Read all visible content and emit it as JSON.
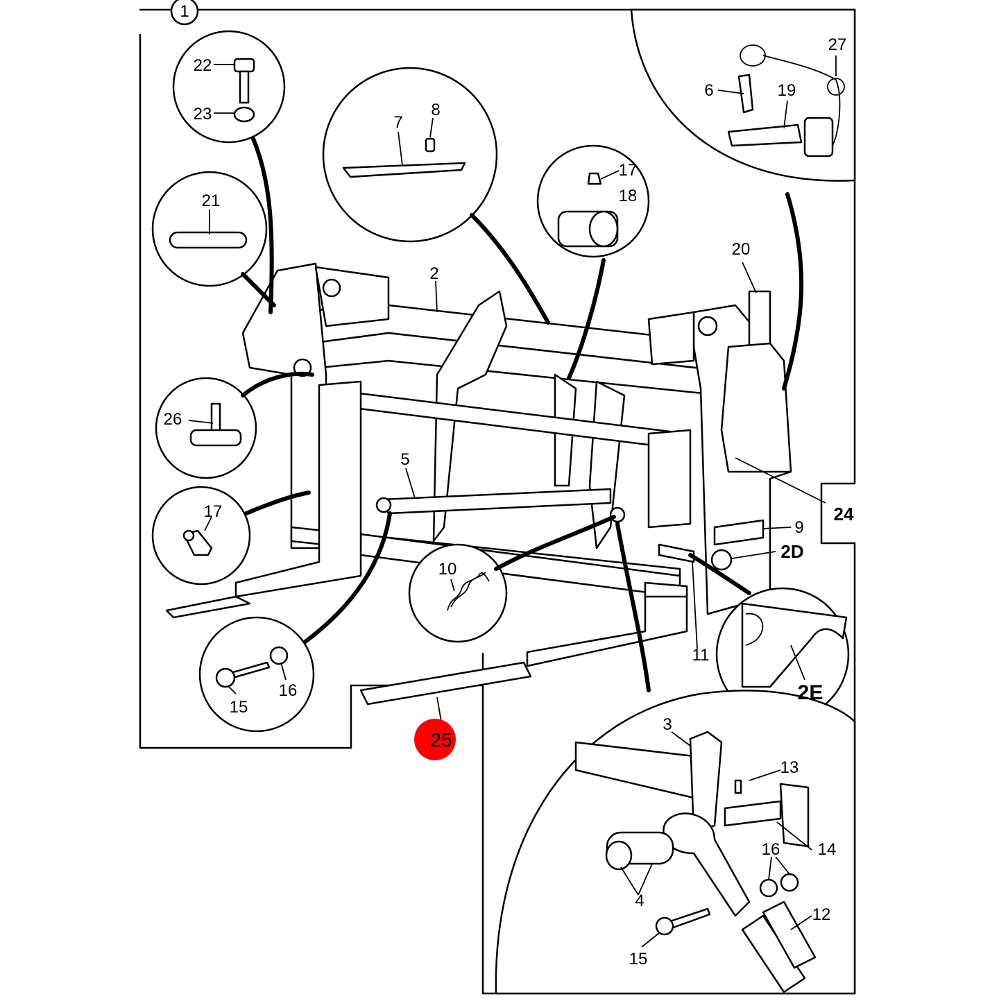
{
  "sheet_marker": "1",
  "callouts": {
    "c2": "2",
    "c2D": "2D",
    "c2E": "2E",
    "c3": "3",
    "c4": "4",
    "c5": "5",
    "c6": "6",
    "c7": "7",
    "c8": "8",
    "c9": "9",
    "c10": "10",
    "c11": "11",
    "c12": "12",
    "c13": "13",
    "c14": "14",
    "c15a": "15",
    "c15b": "15",
    "c16a": "16",
    "c16b": "16",
    "c17a": "17",
    "c17b": "17",
    "c18": "18",
    "c19": "19",
    "c20": "20",
    "c21": "21",
    "c22": "22",
    "c23": "23",
    "c24": "24",
    "c25": "25",
    "c26": "26",
    "c27": "27"
  },
  "highlight_color": "#ff0000"
}
